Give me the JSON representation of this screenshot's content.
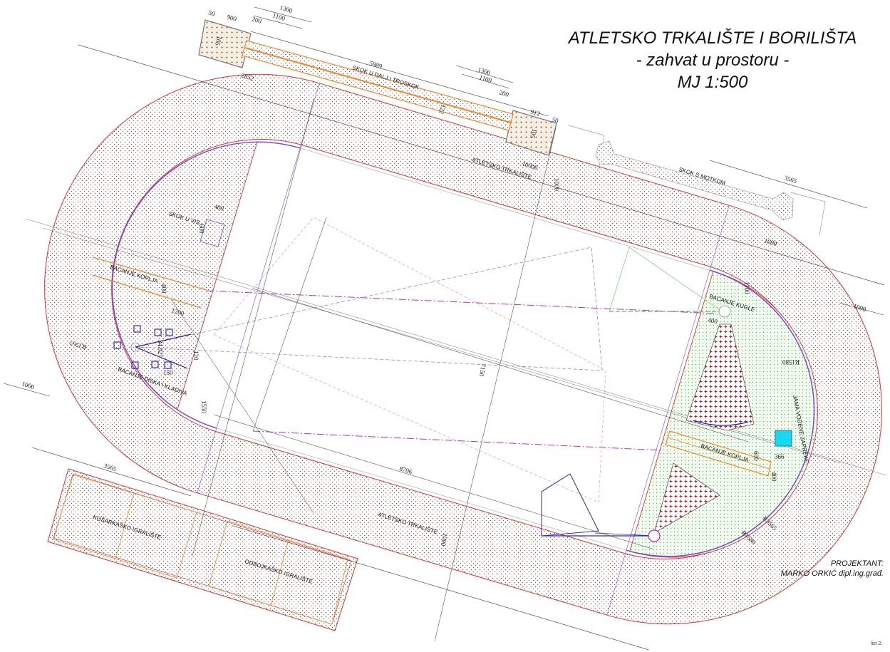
{
  "title": {
    "line1": "ATLETSKO TRKALIŠTE I BORILIŠTA",
    "line2": "- zahvat u prostoru -",
    "line3": "MJ 1:500"
  },
  "designer": {
    "label": "PROJEKTANT:",
    "name": "MARKO ORKIĆ dipl.ing.građ."
  },
  "sheet": "list 2.",
  "labels": {
    "long_jump": "SKOK U DALJ I TROSKOK",
    "track_top": "ATLETSKO TRKALIŠTE",
    "track_bottom": "ATLETSKO TRKALIŠTE",
    "pole_vault": "SKOK S MOTKOM",
    "high_jump": "SKOK U VIS",
    "javelin_left": "BACANJE KOPLJA",
    "javelin_right": "BACANJE KOPLJA",
    "discus_hammer": "BACANJE DISKA I KLADIVA",
    "shot_put": "BACANJE KUGLE",
    "water_pit": "JAMA VODENE ZAPREKE",
    "basketball": "KOŠARKAŠKO IGRALIŠTE",
    "volleyball": "ODBOJKAŠKO IGRALIŠTE"
  },
  "dimensions": {
    "lj_50a": "50",
    "lj_900": "900",
    "lj_1300a": "1300",
    "lj_1100a": "1100",
    "lj_200a": "200",
    "lj_105a": "105",
    "lj_5989": "5989",
    "lj_1300b": "1300",
    "lj_1100b": "1100",
    "lj_200b": "200",
    "lj_912": "912",
    "lj_50b": "50",
    "lj_105b": "105",
    "lj_122": "122",
    "d_2852": "2852",
    "d_10000": "10000",
    "d_1000_top": "1000",
    "pv_3565": "3565",
    "d_1000_pv": "1000",
    "d_1000_right": "1000",
    "d_1000_left": "1000",
    "hj_400": "400",
    "hj_600": "600",
    "jav_400": "400",
    "jav_1200": "1200",
    "r_3565_left": "R3565",
    "d_1550": "1550",
    "d_7150": "7150",
    "d_8706": "8706",
    "d_3565_courts": "3565",
    "d_1000_bottom": "1000",
    "r_1580_right": "R1580",
    "r_3565_right": "R3565",
    "r_1580_bottom": "R1580",
    "sp_400": "400",
    "sp_1100": "1100",
    "jav_600": "600",
    "jav_400r": "400",
    "wp_366": "366",
    "ang_34": "34.92°",
    "ang_120": "120",
    "d_150": "150"
  },
  "colors": {
    "track": "#e03030",
    "runway": "#f08a30",
    "sector_line": "#2a2ab0",
    "green_area": "#3cc43c",
    "water": "#18d8f0"
  }
}
